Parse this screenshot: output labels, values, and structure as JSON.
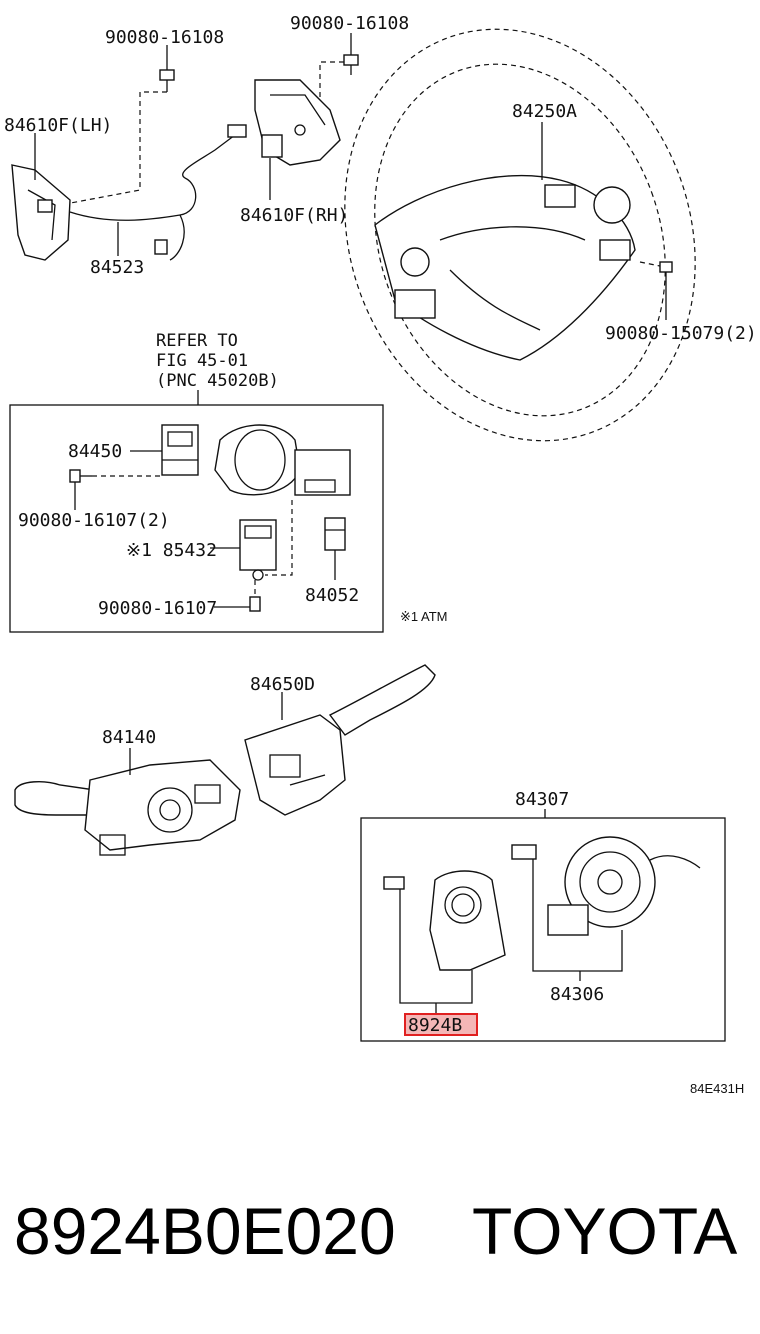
{
  "labels": {
    "bolt_top_left": "90080-16108",
    "bolt_top_right": "90080-16108",
    "switch_lh": "84610F(LH)",
    "switch_rh": "84610F(RH)",
    "wire_84523": "84523",
    "wheel_pad": "84250A",
    "bolt_wheel": "90080-15079(2)",
    "refer_line1": "REFER TO",
    "refer_line2": "FIG 45-01",
    "refer_line3": "(PNC 45020B)",
    "part_84450": "84450",
    "bolt_16107_2": "90080-16107(2)",
    "part_85432": "※1 85432",
    "bolt_16107": "90080-16107",
    "part_84052": "84052",
    "atm_note": "※1 ATM",
    "part_84650D": "84650D",
    "part_84140": "84140",
    "part_84307": "84307",
    "part_84306": "84306",
    "part_8924B": "8924B",
    "diagram_code": "84E431H"
  },
  "footer": {
    "part_number": "8924B0E020",
    "brand": "TOYOTA"
  },
  "colors": {
    "highlight_fill": "#f4b6b6",
    "highlight_border": "#e02020"
  }
}
